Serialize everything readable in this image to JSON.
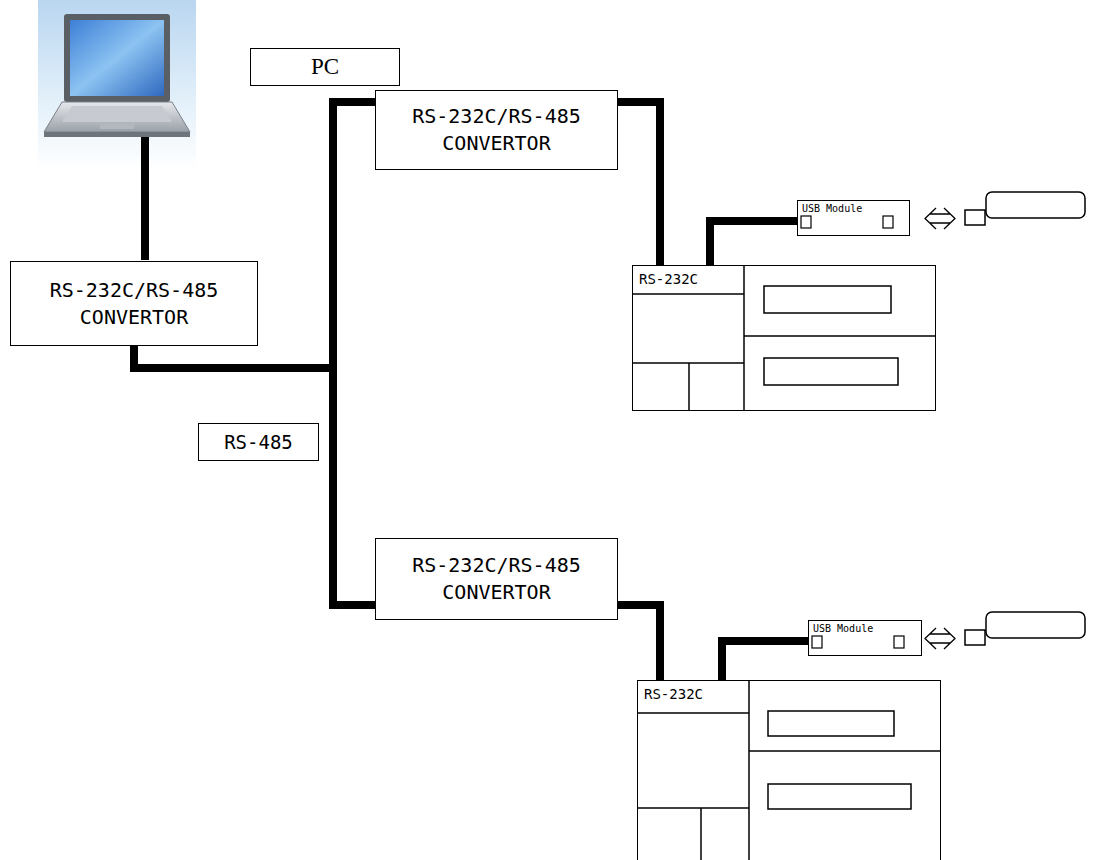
{
  "diagram": {
    "nodes": [
      {
        "text": [
          "PC"
        ]
      },
      {
        "text": [
          "RS-232C/RS-485 CONVERTOR"
        ]
      },
      {
        "text": [
          "USB Module"
        ]
      },
      {
        "text": [
          "RS-232C/RS-485 CONVERTOR"
        ]
      },
      {
        "text": [
          "RS-232C"
        ]
      },
      {
        "text": [
          "RS-485"
        ]
      },
      {
        "text": [
          "RS-232C/RS-485 CONVERTOR"
        ]
      },
      {
        "text": [
          "USB Module"
        ]
      },
      {
        "text": [
          "RS-232C"
        ]
      }
    ],
    "edges": [
      {
        "from": 3,
        "to": 1,
        "arrow": "none"
      },
      {
        "from": 3,
        "to": 6,
        "arrow": "none"
      },
      {
        "from": 1,
        "to": 4,
        "arrow": "none"
      },
      {
        "from": 4,
        "to": 2,
        "arrow": "none"
      },
      {
        "from": 6,
        "to": 8,
        "arrow": "none"
      },
      {
        "from": 8,
        "to": 7,
        "arrow": "none"
      }
    ]
  }
}
